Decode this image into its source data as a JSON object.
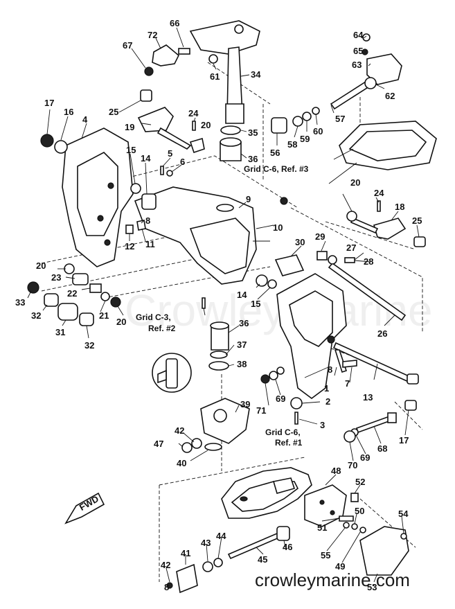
{
  "callouts": {
    "c1": "1",
    "c2": "2",
    "c3": "3",
    "c4": "4",
    "c5": "5",
    "c6": "6",
    "c7": "7",
    "c8a": "8",
    "c8b": "8",
    "c8c": "8",
    "c9": "9",
    "c10": "10",
    "c11": "11",
    "c12": "12",
    "c13": "13",
    "c14a": "14",
    "c14b": "14",
    "c15a": "15",
    "c15b": "15",
    "c16": "16",
    "c17a": "17",
    "c17b": "17",
    "c18": "18",
    "c19": "19",
    "c20a": "20",
    "c20b": "20",
    "c20c": "20",
    "c20d": "20",
    "c21": "21",
    "c22": "22",
    "c23": "23",
    "c24a": "24",
    "c24b": "24",
    "c25a": "25",
    "c25b": "25",
    "c26": "26",
    "c27": "27",
    "c28": "28",
    "c29": "29",
    "c30": "30",
    "c31": "31",
    "c32a": "32",
    "c32b": "32",
    "c33": "33",
    "c34": "34",
    "c35": "35",
    "c36a": "36",
    "c36b": "36",
    "c37": "37",
    "c38": "38",
    "c39": "39",
    "c40": "40",
    "c41": "41",
    "c42a": "42",
    "c42b": "42",
    "c43": "43",
    "c44": "44",
    "c45": "45",
    "c46": "46",
    "c47": "47",
    "c48": "48",
    "c49": "49",
    "c50": "50",
    "c51": "51",
    "c52": "52",
    "c53": "53",
    "c54": "54",
    "c55": "55",
    "c56": "56",
    "c57": "57",
    "c58": "58",
    "c59": "59",
    "c60": "60",
    "c61": "61",
    "c62": "62",
    "c63": "63",
    "c64": "64",
    "c65": "65",
    "c66": "66",
    "c67": "67",
    "c68": "68",
    "c69a": "69",
    "c69b": "69",
    "c70": "70",
    "c71": "71",
    "c72": "72"
  },
  "grid_refs": {
    "ref3_line1": "Grid C-6, Ref. #3",
    "ref2_line1": "Grid C-3,",
    "ref2_line2": "Ref. #2",
    "ref1_line1": "Grid C-6,",
    "ref1_line2": "Ref. #1"
  },
  "fwd_label": "FWD",
  "watermark": "crowleymarine.com",
  "ghost_watermark": "Crowley Marine"
}
